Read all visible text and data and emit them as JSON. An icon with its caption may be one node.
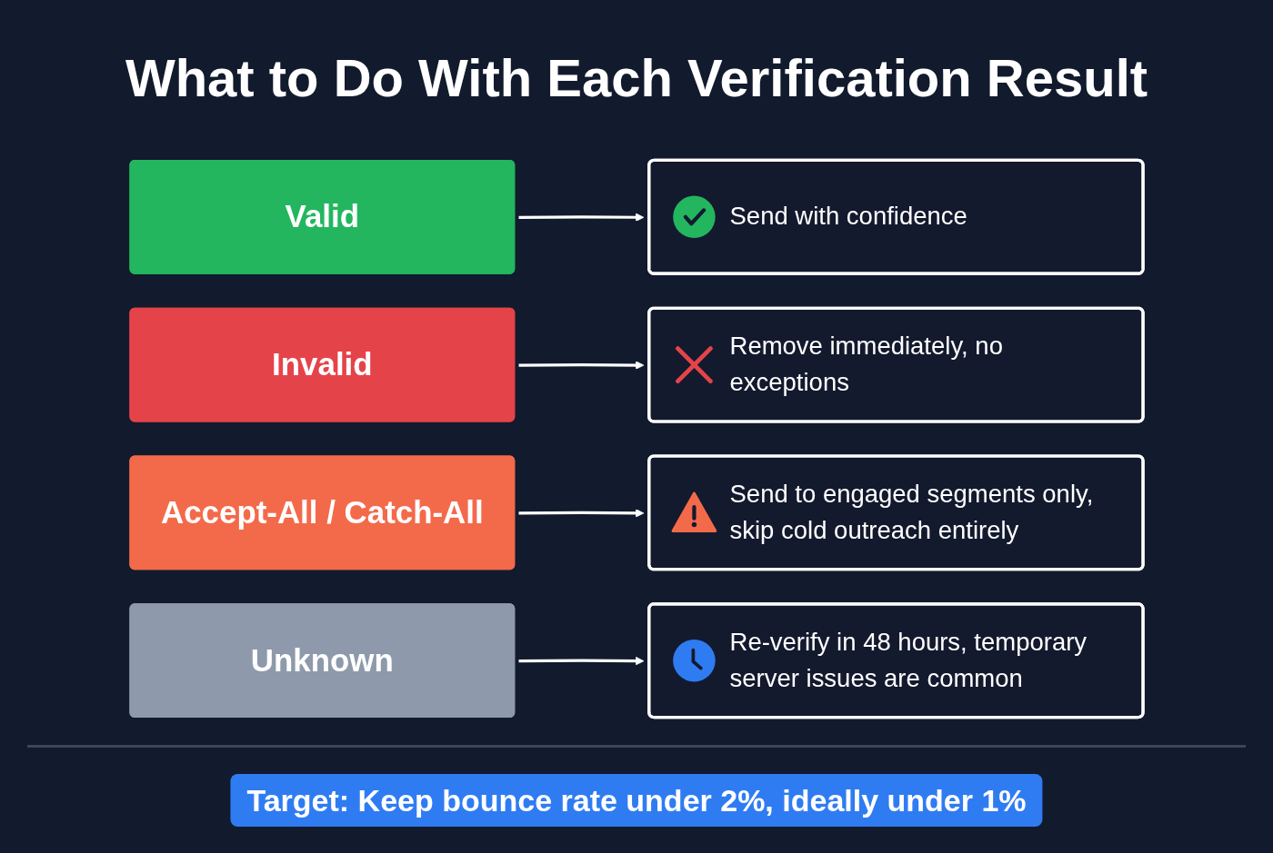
{
  "diagram": {
    "title": "What to Do With Each Verification Result",
    "nodes": [
      {
        "text": [
          "Valid"
        ]
      },
      {
        "text": [
          "Send with confidence"
        ]
      },
      {
        "text": [
          "Invalid"
        ]
      },
      {
        "text": [
          "Remove immediately, no exceptions"
        ]
      },
      {
        "text": [
          "Accept-All / Catch-All"
        ]
      },
      {
        "text": [
          "Send to engaged segments only, skip cold outreach entirely"
        ]
      },
      {
        "text": [
          "Unknown"
        ]
      },
      {
        "text": [
          "Re-verify in 48 hours, temporary server issues are common"
        ]
      }
    ],
    "edges": [
      {
        "from": 0,
        "to": 1,
        "arrow": "to"
      },
      {
        "from": 2,
        "to": 3,
        "arrow": "to"
      },
      {
        "from": 4,
        "to": 5,
        "arrow": "to"
      },
      {
        "from": 6,
        "to": 7,
        "arrow": "to"
      }
    ],
    "caption": "Target: Keep bounce rate under 2%, ideally under 1%"
  }
}
